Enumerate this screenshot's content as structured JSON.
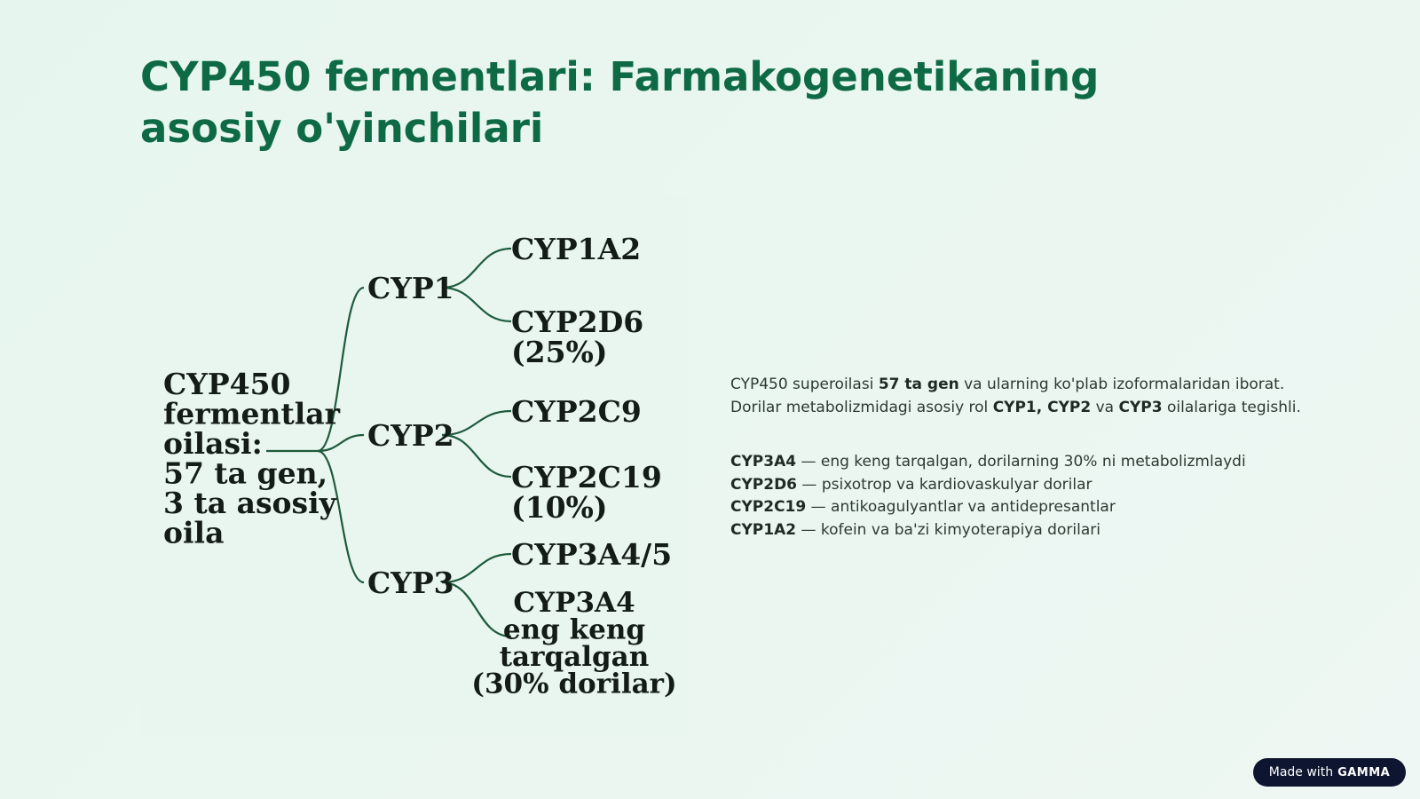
{
  "slide": {
    "title": "CYP450 fermentlari: Farmakogenetikaning asosiy o'yinchilari"
  },
  "diagram": {
    "root": [
      "CYP450",
      "fermentlar",
      "oilasi:",
      "57 ta gen,",
      "3 ta asosiy",
      "oila"
    ],
    "families": [
      {
        "name": "CYP1",
        "children": [
          [
            "CYP1A2"
          ],
          [
            "CYP2D6",
            "(25%)"
          ]
        ]
      },
      {
        "name": "CYP2",
        "children": [
          [
            "CYP2C9"
          ],
          [
            "CYP2C19",
            "(10%)"
          ]
        ]
      },
      {
        "name": "CYP3",
        "children": [
          [
            "CYP3A4/5"
          ],
          [
            "CYP3A4",
            "eng keng",
            "tarqalgan",
            "(30% dorilar)"
          ]
        ]
      }
    ]
  },
  "description": {
    "intro": [
      {
        "t": "CYP450 superoilasi ",
        "b": false
      },
      {
        "t": "57 ta gen",
        "b": true
      },
      {
        "t": " va ularning ko'plab izoformalaridan iborat.",
        "b": false
      },
      {
        "t": "Dorilar metabolizmidagi asosiy rol ",
        "b": false
      },
      {
        "t": "CYP1, CYP2",
        "b": true
      },
      {
        "t": " va ",
        "b": false
      },
      {
        "t": "CYP3",
        "b": true
      },
      {
        "t": " oilalariga tegishli.",
        "b": false
      }
    ],
    "items": [
      {
        "name": "CYP3A4",
        "text": " — eng keng tarqalgan, dorilarning 30% ni metabolizmlaydi"
      },
      {
        "name": "CYP2D6",
        "text": " — psixotrop va kardiovaskulyar dorilar"
      },
      {
        "name": "CYP2C19",
        "text": " — antikoagulyantlar va antidepresantlar"
      },
      {
        "name": "CYP1A2",
        "text": " — kofein va ba'zi kimyoterapiya dorilari"
      }
    ]
  },
  "badge": {
    "prefix": "Made with",
    "brand": "GAMMA"
  }
}
